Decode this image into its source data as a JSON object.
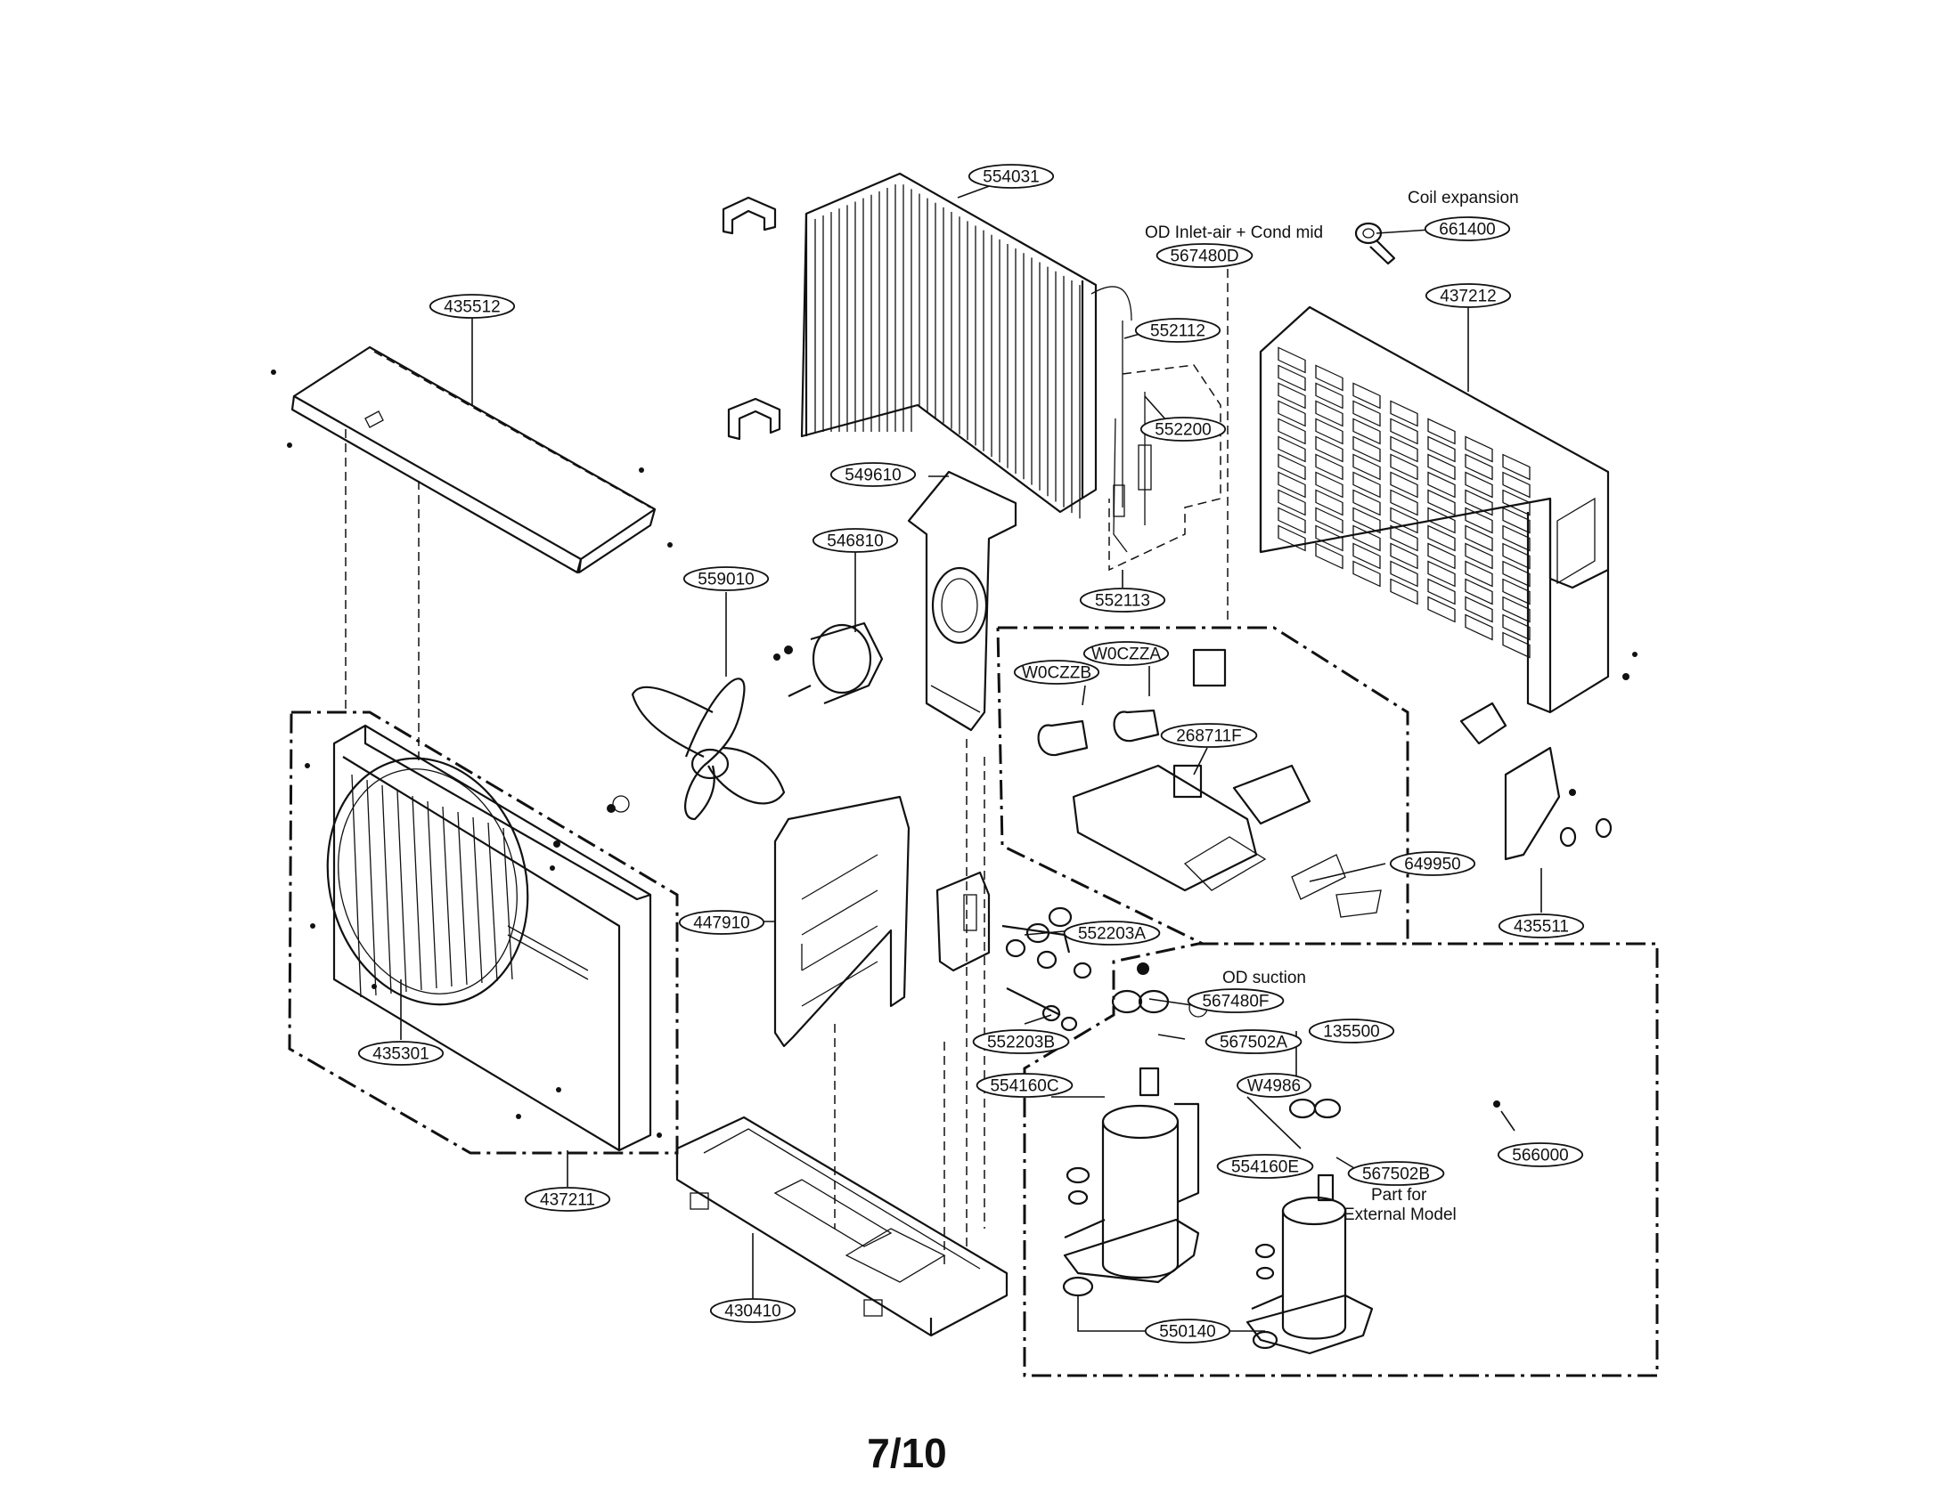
{
  "page_number": "7/10",
  "notes": {
    "coil_expansion": "Coil expansion",
    "od_inlet": "OD Inlet-air + Cond mid",
    "od_suction": "OD suction",
    "part_for_line1": "Part for",
    "part_for_line2": "External Model"
  },
  "callouts": [
    {
      "id": "c554031",
      "text": "554031"
    },
    {
      "id": "c661400",
      "text": "661400"
    },
    {
      "id": "c567480D",
      "text": "567480D"
    },
    {
      "id": "c437212",
      "text": "437212"
    },
    {
      "id": "c435512",
      "text": "435512"
    },
    {
      "id": "c552112",
      "text": "552112"
    },
    {
      "id": "c552200",
      "text": "552200"
    },
    {
      "id": "c549610",
      "text": "549610"
    },
    {
      "id": "c546810",
      "text": "546810"
    },
    {
      "id": "c559010",
      "text": "559010"
    },
    {
      "id": "c552113",
      "text": "552113"
    },
    {
      "id": "cW0CZZB",
      "text": "W0CZZB"
    },
    {
      "id": "cW0CZZA",
      "text": "W0CZZA"
    },
    {
      "id": "c268711F",
      "text": "268711F"
    },
    {
      "id": "c649950",
      "text": "649950"
    },
    {
      "id": "c435511",
      "text": "435511"
    },
    {
      "id": "c447910",
      "text": "447910"
    },
    {
      "id": "c552203A",
      "text": "552203A"
    },
    {
      "id": "c567480F",
      "text": "567480F"
    },
    {
      "id": "c552203B",
      "text": "552203B"
    },
    {
      "id": "c567502A",
      "text": "567502A"
    },
    {
      "id": "c135500",
      "text": "135500"
    },
    {
      "id": "c435301",
      "text": "435301"
    },
    {
      "id": "c554160C",
      "text": "554160C"
    },
    {
      "id": "cW4986",
      "text": "W4986"
    },
    {
      "id": "c566000",
      "text": "566000"
    },
    {
      "id": "c554160E",
      "text": "554160E"
    },
    {
      "id": "c567502B",
      "text": "567502B"
    },
    {
      "id": "c437211",
      "text": "437211"
    },
    {
      "id": "c430410",
      "text": "430410"
    },
    {
      "id": "c550140",
      "text": "550140"
    }
  ]
}
